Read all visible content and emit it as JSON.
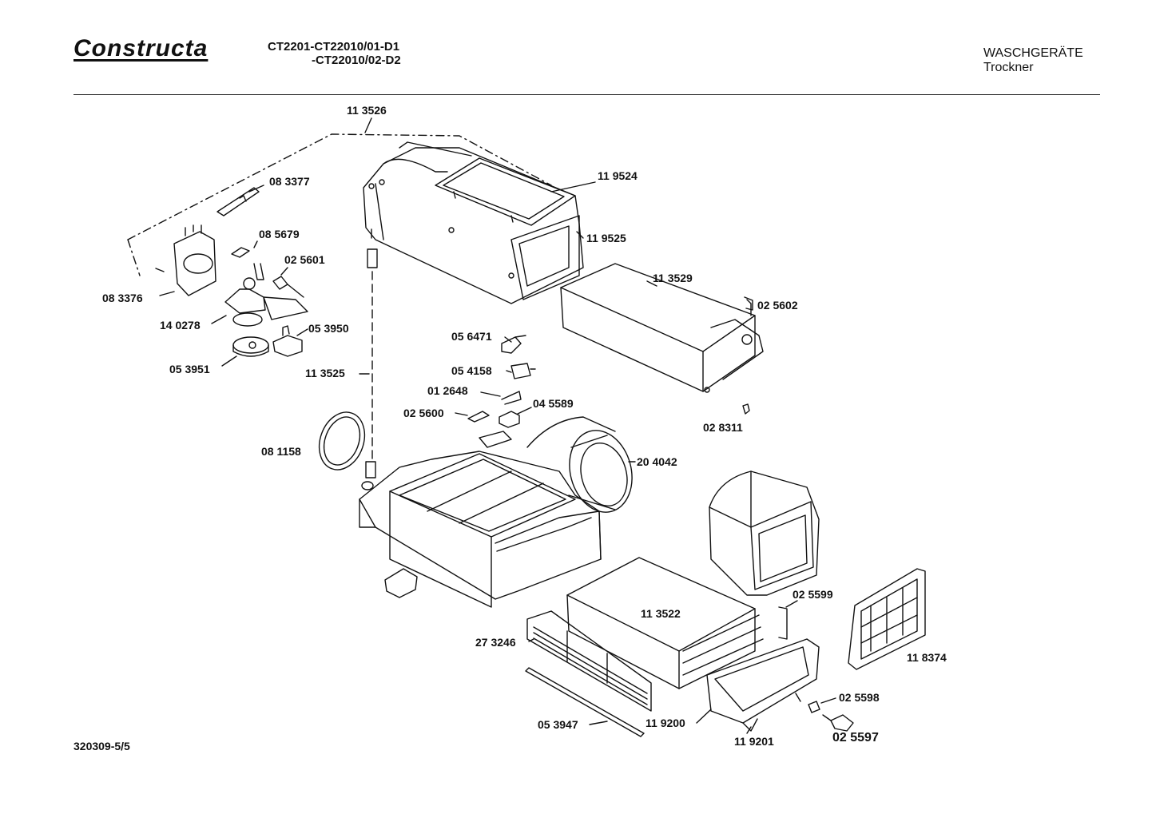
{
  "header": {
    "brand": "Constructa",
    "model_line1": "CT2201-CT22010/01-D1",
    "model_line2": "-CT22010/02-D2",
    "category": "WASCHGERÄTE",
    "subcategory": "Trockner"
  },
  "parts": [
    "11 3526",
    "08 3377",
    "11 9524",
    "08 5679",
    "11 9525",
    "02 5601",
    "11 3529",
    "08 3376",
    "02 5602",
    "14 0278",
    "05 3950",
    "05 6471",
    "05 3951",
    "11 3525",
    "05 4158",
    "01 2648",
    "04 5589",
    "02 5600",
    "02 8311",
    "08 1158",
    "20 4042",
    "02 5599",
    "11 3522",
    "27 3246",
    "11 8374",
    "02 5598",
    "05 3947",
    "11 9200",
    "11 9201",
    "02 5597"
  ],
  "footer": {
    "doc_number": "320309-5/5"
  }
}
